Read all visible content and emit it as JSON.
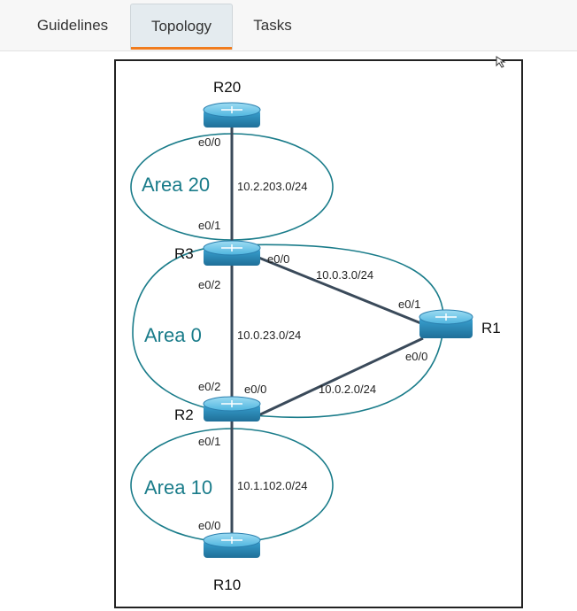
{
  "tabs": [
    {
      "label": "Guidelines",
      "active": false
    },
    {
      "label": "Topology",
      "active": true
    },
    {
      "label": "Tasks",
      "active": false
    }
  ],
  "colors": {
    "active_tab_accent": "#f07c1e",
    "area_ring": "#1a7c8a",
    "link": "#3a4a5a",
    "router_body": "#3ba7d6"
  },
  "topology": {
    "routers": {
      "r20": "R20",
      "r3": "R3",
      "r1": "R1",
      "r2": "R2",
      "r10": "R10"
    },
    "areas": {
      "area20": "Area 20",
      "area0": "Area 0",
      "area10": "Area 10"
    },
    "networks": {
      "r20_r3": "10.2.203.0/24",
      "r3_r1": "10.0.3.0/24",
      "r3_r2": "10.0.23.0/24",
      "r2_r1": "10.0.2.0/24",
      "r2_r10": "10.1.102.0/24"
    },
    "interfaces": {
      "r20_e00": "e0/0",
      "r3_e01": "e0/1",
      "r3_e00": "e0/0",
      "r3_e02": "e0/2",
      "r1_e01": "e0/1",
      "r1_e00": "e0/0",
      "r2_e02": "e0/2",
      "r2_e00": "e0/0",
      "r2_e01": "e0/1",
      "r10_e00": "e0/0"
    }
  }
}
